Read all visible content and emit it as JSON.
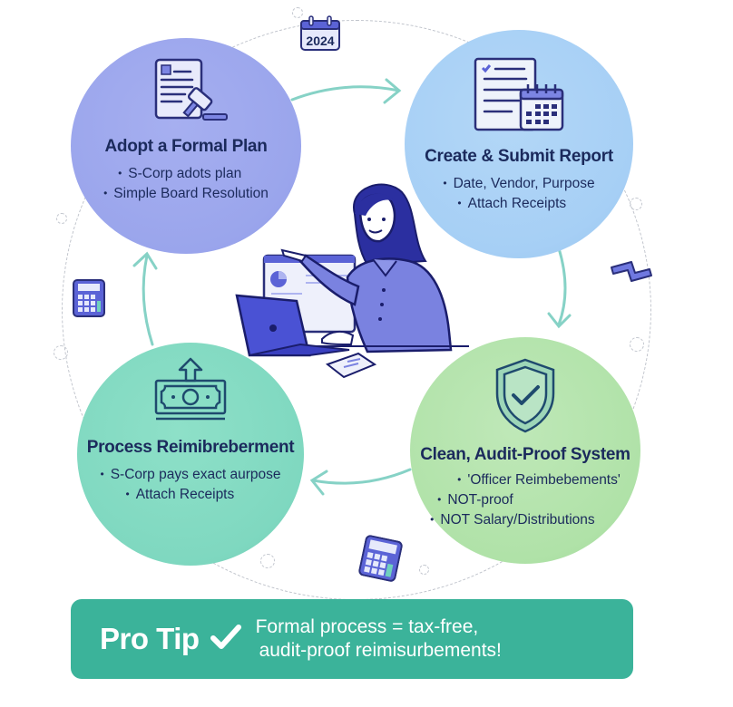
{
  "decor": {
    "calendar_year": "2024"
  },
  "steps": [
    {
      "title": "Adopt a Formal Plan",
      "icon": "document-gavel-icon",
      "color": "#9ca6ec",
      "bullets": [
        "S-Corp adots plan",
        "Simple Board Resolution"
      ]
    },
    {
      "title": "Create & Submit Report",
      "icon": "document-calendar-icon",
      "color": "#a8d0f5",
      "bullets": [
        "Date, Vendor, Purpose",
        "Attach Receipts"
      ]
    },
    {
      "title": "Clean, Audit-Proof System",
      "icon": "shield-check-icon",
      "color": "#b2e2aa",
      "bullets": [
        "'Officer Reimbebements'",
        "NOT-proof",
        "NOT Salary/Distributions"
      ]
    },
    {
      "title": "Process Reimibreberment",
      "icon": "money-upload-icon",
      "color": "#80d8c0",
      "bullets": [
        "S-Corp pays exact aurpose",
        "Attach Receipts"
      ]
    }
  ],
  "pro_tip": {
    "label": "Pro Tip",
    "icon": "checkmark-icon",
    "line1": "Formal process = tax-free,",
    "line2": "audit-proof reimisurbements!",
    "color": "#3bb39a"
  },
  "colors": {
    "text_dark": "#1b2a5c",
    "arrow": "#7fcfc4",
    "illustration": "#5b63d6"
  }
}
